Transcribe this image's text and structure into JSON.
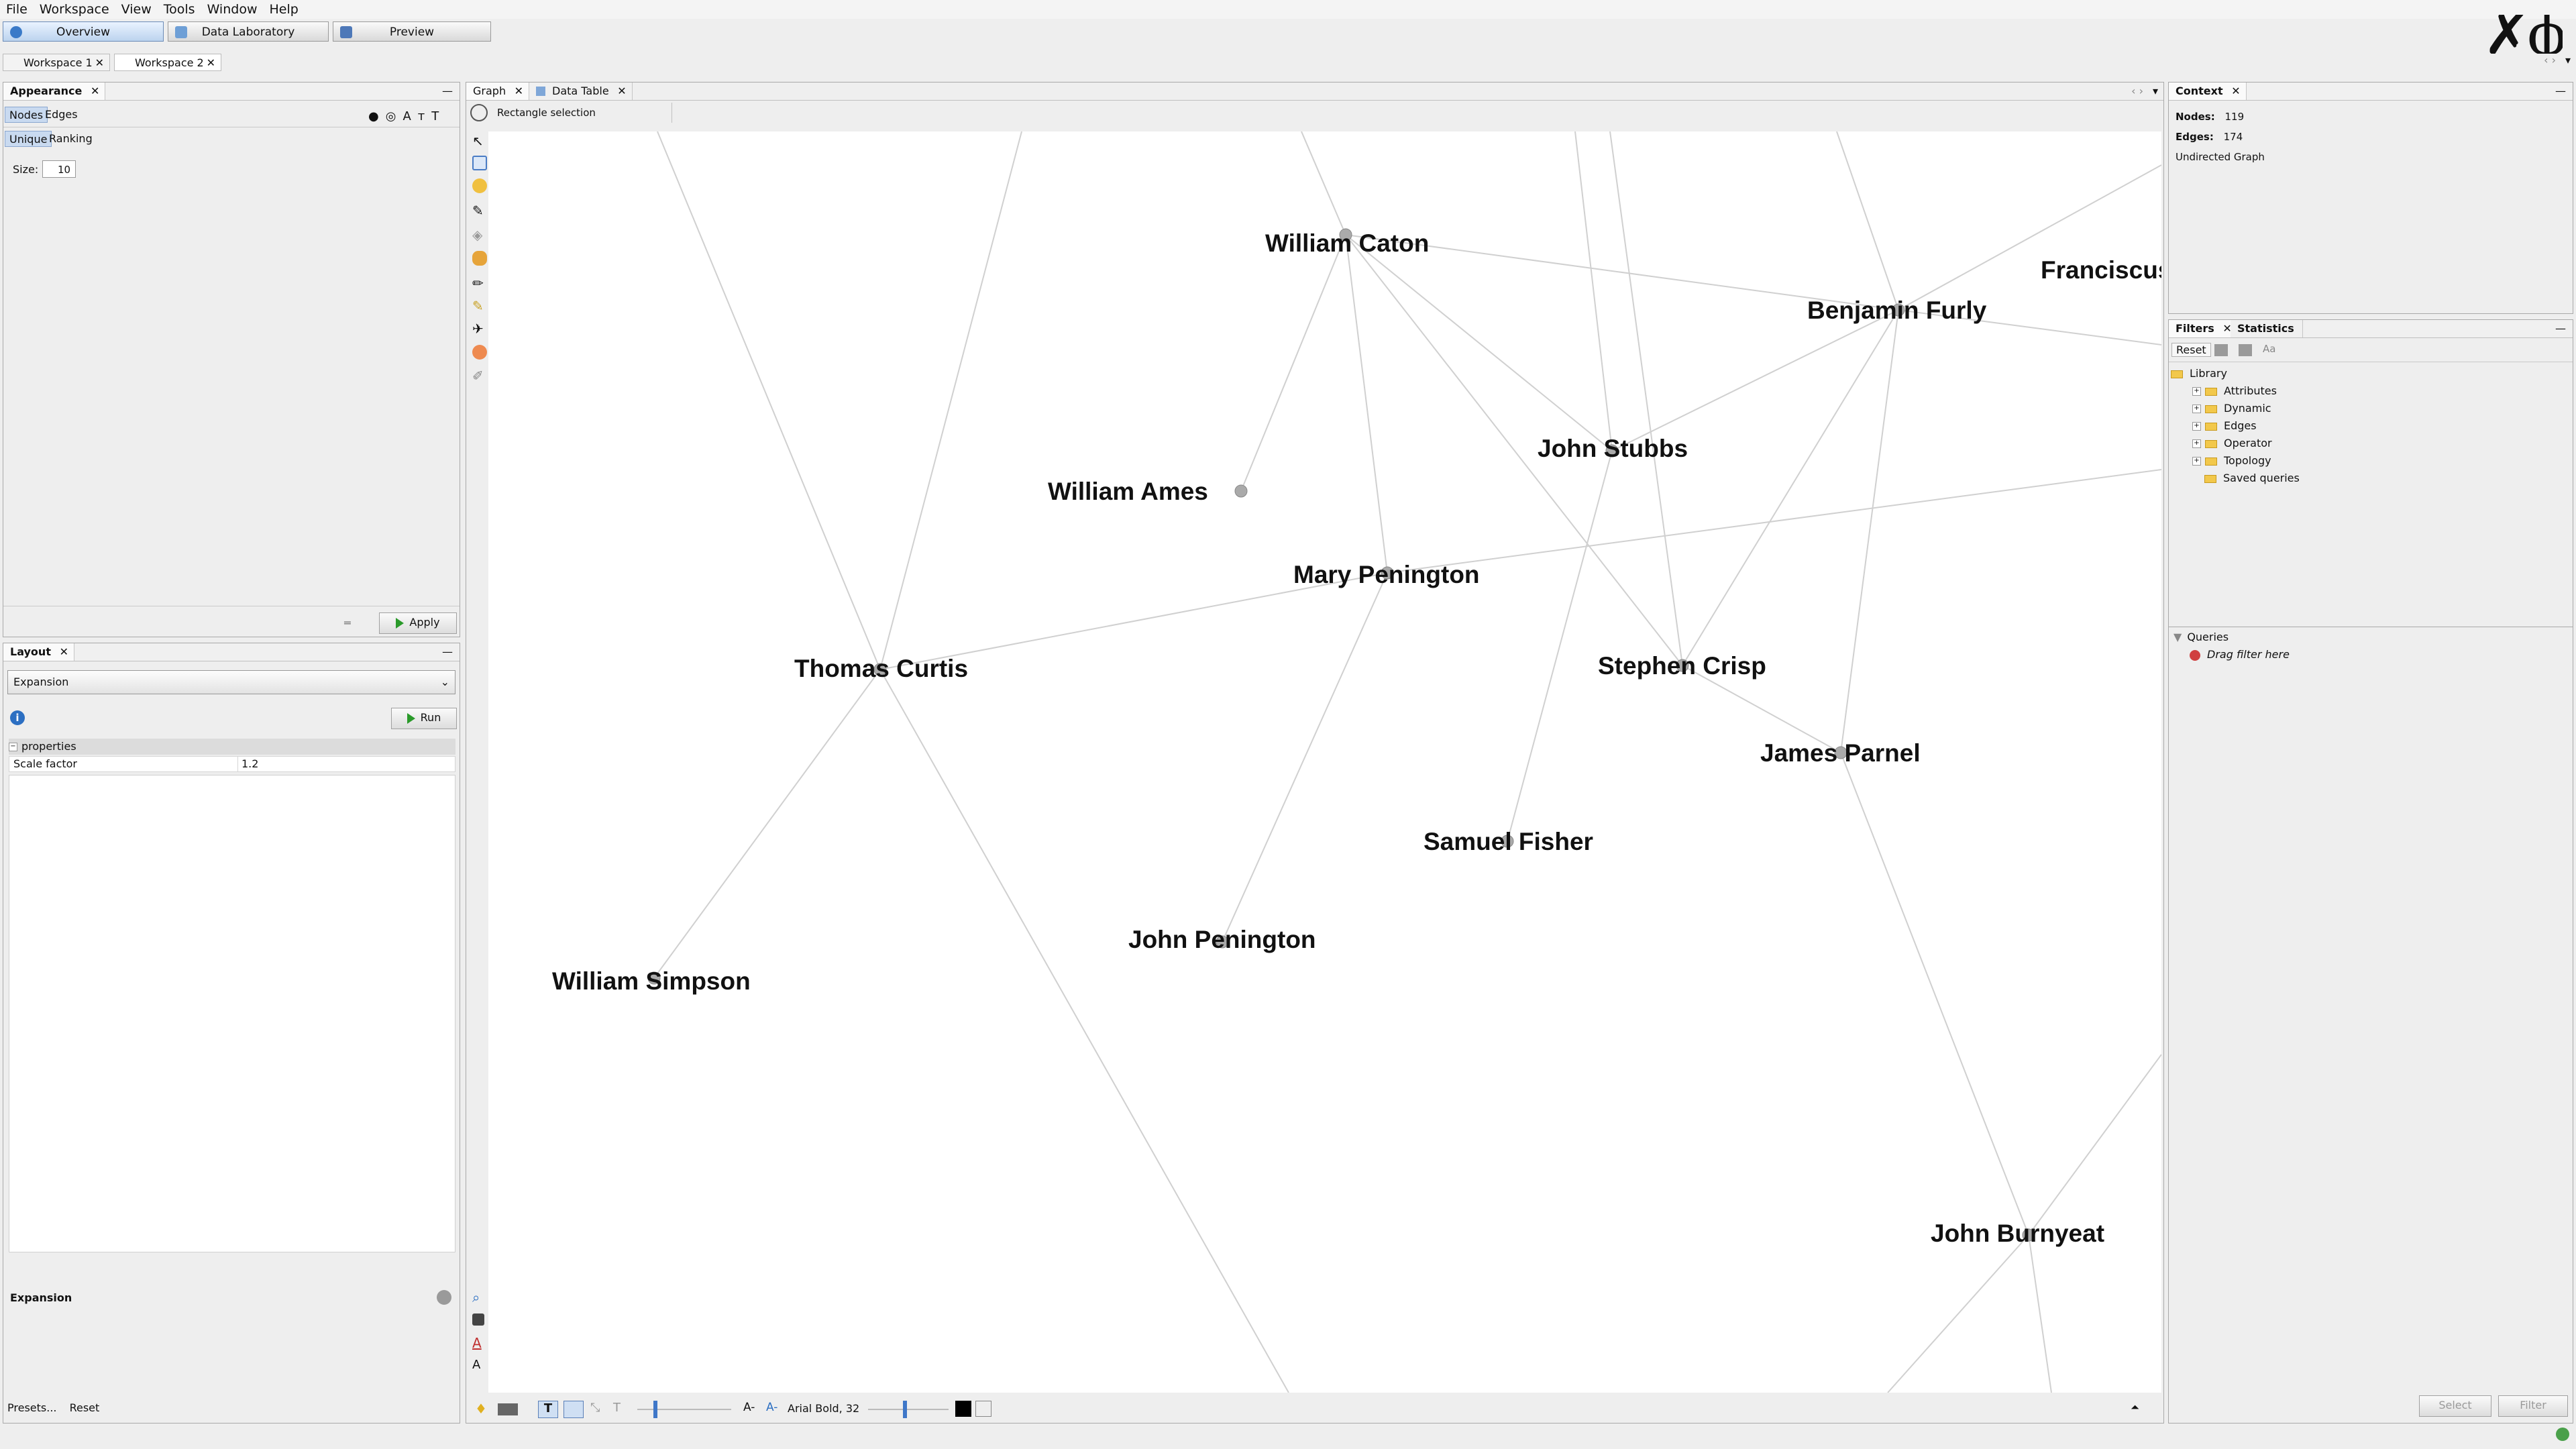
{
  "menu": [
    "File",
    "Workspace",
    "View",
    "Tools",
    "Window",
    "Help"
  ],
  "modes": {
    "overview": "Overview",
    "data_lab": "Data Laboratory",
    "preview": "Preview"
  },
  "workspaces": [
    "Workspace 1",
    "Workspace 2"
  ],
  "appearance": {
    "title": "Appearance",
    "tabs": [
      "Nodes",
      "Edges"
    ],
    "subtabs": [
      "Unique",
      "Ranking"
    ],
    "size_label": "Size:",
    "size_value": "10",
    "apply": "Apply"
  },
  "layout": {
    "title": "Layout",
    "algorithm": "Expansion",
    "run": "Run",
    "properties_label": "properties",
    "property_name": "Scale factor",
    "property_value": "1.2",
    "footer_title": "Expansion",
    "presets": "Presets...",
    "reset": "Reset"
  },
  "graph_tabs": [
    "Graph",
    "Data Table"
  ],
  "tool_hint": "Rectangle selection",
  "graph": {
    "nodes": [
      {
        "label": "William Caton"
      },
      {
        "label": "Benjamin Furly"
      },
      {
        "label": "Franciscus"
      },
      {
        "label": "John Stubbs"
      },
      {
        "label": "William Ames"
      },
      {
        "label": "Mary Penington"
      },
      {
        "label": "Thomas Curtis"
      },
      {
        "label": "Stephen Crisp"
      },
      {
        "label": "James Parnel"
      },
      {
        "label": "Samuel Fisher"
      },
      {
        "label": "John Penington"
      },
      {
        "label": "William Simpson"
      },
      {
        "label": "John Burnyeat"
      }
    ]
  },
  "bottom_toolbar": {
    "font": "Arial Bold, 32"
  },
  "context": {
    "title": "Context",
    "nodes_label": "Nodes:",
    "nodes_value": "119",
    "edges_label": "Edges:",
    "edges_value": "174",
    "graph_type": "Undirected Graph"
  },
  "filters": {
    "tabs": [
      "Filters",
      "Statistics"
    ],
    "reset": "Reset",
    "library": "Library",
    "items": [
      "Attributes",
      "Dynamic",
      "Edges",
      "Operator",
      "Topology",
      "Saved queries"
    ],
    "queries": "Queries",
    "drag_hint": "Drag filter here",
    "select": "Select",
    "filter": "Filter"
  }
}
